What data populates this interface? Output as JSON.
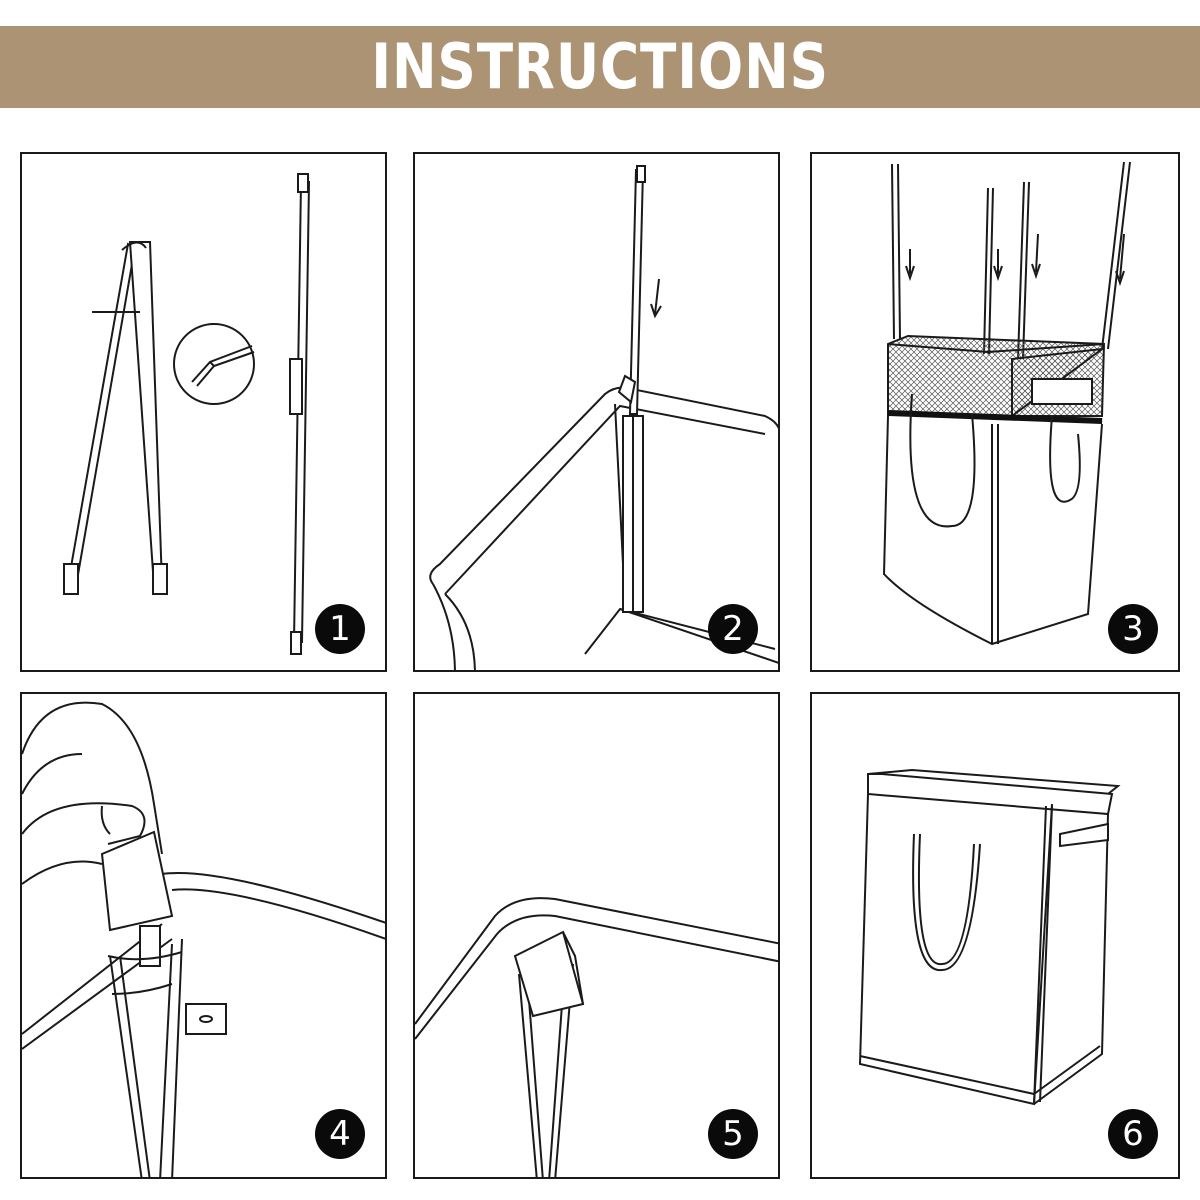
{
  "banner": {
    "title": "INSTRUCTIONS",
    "color": "#ab9373"
  },
  "steps": [
    {
      "number": "1"
    },
    {
      "number": "2"
    },
    {
      "number": "3"
    },
    {
      "number": "4"
    },
    {
      "number": "5"
    },
    {
      "number": "6"
    }
  ]
}
